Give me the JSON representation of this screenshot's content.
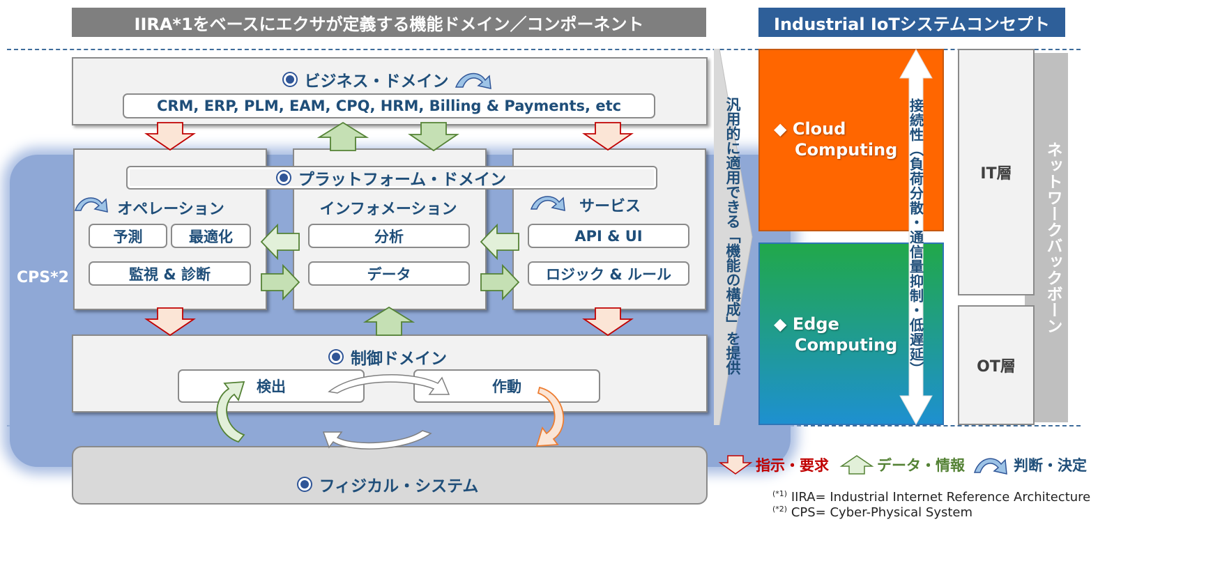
{
  "header": {
    "left_title": "IIRA*1をベースにエクサが定義する機能ドメイン／コンポーネント",
    "right_title": "Industrial IoTシステムコンセプト"
  },
  "cps_label": "CPS*2",
  "business_domain": {
    "title": "ビジネス・ドメイン",
    "apps": "CRM, ERP, PLM, EAM, CPQ, HRM, Billing & Payments, etc"
  },
  "platform_domain": {
    "title": "プラットフォーム・ドメイン"
  },
  "operation": {
    "title": "オペレーション",
    "items": [
      "予測",
      "最適化",
      "監視 & 診断"
    ]
  },
  "information": {
    "title": "インフォメーション",
    "items": [
      "分析",
      "データ"
    ]
  },
  "service": {
    "title": "サービス",
    "items": [
      "API & UI",
      "ロジック & ルール"
    ]
  },
  "control_domain": {
    "title": "制御ドメイン",
    "items": [
      "検出",
      "作動"
    ]
  },
  "physical_system": {
    "title": "フィジカル・システム"
  },
  "generic_note": "汎用的に適用できる「機能の構成」を提供",
  "cloud": {
    "line1": "Cloud",
    "line2": "Computing",
    "color": "#ff6600"
  },
  "edge": {
    "line1": "Edge",
    "line2": "Computing",
    "color_top": "#21a84a",
    "color_bottom": "#1e90d0"
  },
  "connectivity": "接続性（負荷分散・通信量抑制・低遅延）",
  "layers": {
    "it": "IT層",
    "ot": "OT層"
  },
  "backbone": "ネットワークバックボーン",
  "legend": [
    {
      "label": "指示・要求",
      "color": "#c00000"
    },
    {
      "label": "データ・情報",
      "color": "#548235"
    },
    {
      "label": "判断・決定",
      "color": "#1f4e79"
    }
  ],
  "footnotes": [
    {
      "mark": "(*1)",
      "text": "IIRA= Industrial Internet Reference Architecture"
    },
    {
      "mark": "(*2)",
      "text": "CPS= Cyber-Physical System"
    }
  ]
}
